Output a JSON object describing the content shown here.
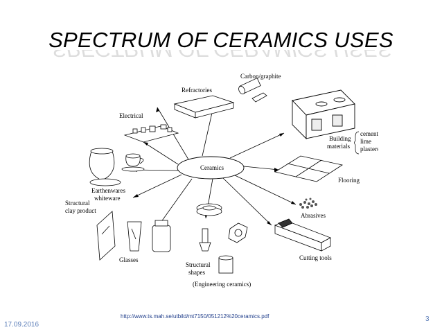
{
  "slide": {
    "title": "SPECTRUM OF CERAMICS USES",
    "source_url": "http://www.ts.mah.se/utbild/mt7150/051212%20ceramics.pdf",
    "date": "17.09.2016",
    "page_number": "3"
  },
  "diagram": {
    "center": "Ceramics",
    "labels": {
      "carbon": "Carbon/graphite",
      "refractories": "Refractories",
      "electrical": "Electrical",
      "building_1": "Building",
      "building_2": "materials",
      "cements": "cements",
      "lime": "lime",
      "plasters": "plasters",
      "flooring": "Flooring",
      "abrasives": "Abrasives",
      "cutting": "Cutting tools",
      "structural_shapes_1": "Structural",
      "structural_shapes_2": "shapes",
      "engineering": "(Engineering ceramics)",
      "glasses": "Glasses",
      "clay_1": "Structural",
      "clay_2": "clay product",
      "earthen_1": "Earthenwares",
      "earthen_2": "whiteware"
    }
  }
}
